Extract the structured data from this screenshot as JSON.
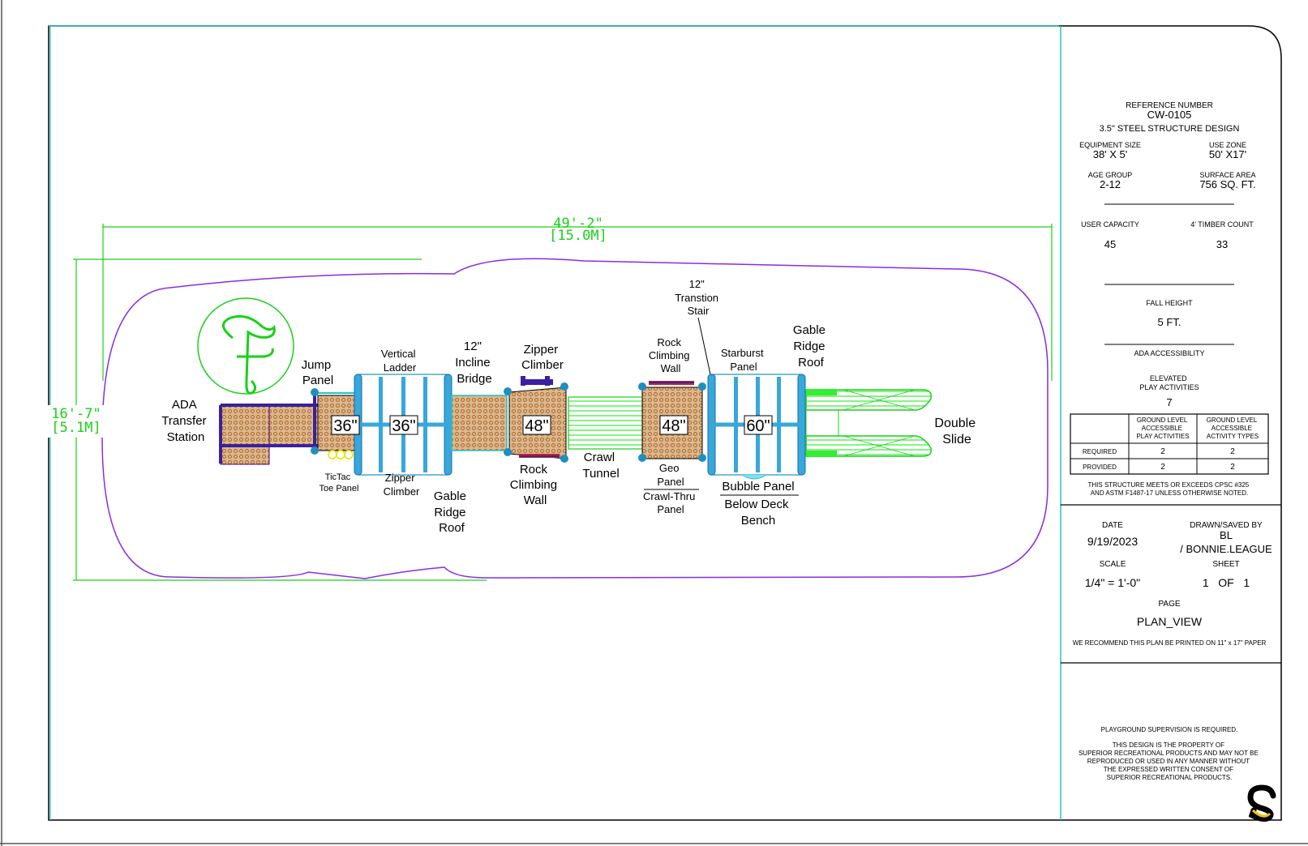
{
  "drawing": {
    "overall_length": "49'-2\"",
    "overall_length_metric": "[15.0M]",
    "overall_width": "16'-7\"",
    "overall_width_metric": "[5.1M]",
    "deck_heights": [
      "36\"",
      "36\"",
      "48\"",
      "48\"",
      "60\""
    ],
    "labels": {
      "ada_transfer": [
        "ADA",
        "Transfer",
        "Station"
      ],
      "jump_panel": [
        "Jump",
        "Panel"
      ],
      "tictac": [
        "TicTac",
        "Toe Panel"
      ],
      "vertical_ladder": [
        "Vertical",
        "Ladder"
      ],
      "zipper_climber_low": [
        "Zipper",
        "Climber"
      ],
      "incline_bridge": [
        "12\"",
        "Incline",
        "Bridge"
      ],
      "gable_roof_1": [
        "Gable",
        "Ridge",
        "Roof"
      ],
      "zipper_climber_top": [
        "Zipper",
        "Climber"
      ],
      "rock_wall_low": [
        "Rock",
        "Climbing",
        "Wall"
      ],
      "crawl_tunnel": [
        "Crawl",
        "Tunnel"
      ],
      "rock_wall_top": [
        "Rock",
        "Climbing",
        "Wall"
      ],
      "transition_stair": [
        "12\"",
        "Transtion",
        "Stair"
      ],
      "geo_panel": [
        "Geo",
        "Panel"
      ],
      "crawl_thru": [
        "Crawl-Thru",
        "Panel"
      ],
      "starburst": [
        "Starburst",
        "Panel"
      ],
      "bubble_panel": "Bubble Panel",
      "below_deck": [
        "Below Deck",
        "Bench"
      ],
      "gable_roof_2": [
        "Gable",
        "Ridge",
        "Roof"
      ],
      "double_slide": [
        "Double",
        "Slide"
      ]
    }
  },
  "titleblock": {
    "ref_label": "REFERENCE NUMBER",
    "ref_value": "CW-0105",
    "design": "3.5\" STEEL STRUCTURE DESIGN",
    "equip_size_label": "EQUIPMENT SIZE",
    "equip_size_value": "38' X 5'",
    "use_zone_label": "USE ZONE",
    "use_zone_value": "50' X17'",
    "age_label": "AGE GROUP",
    "age_value": "2-12",
    "surface_label": "SURFACE AREA",
    "surface_value": "756 SQ. FT.",
    "capacity_label": "USER CAPACITY",
    "capacity_value": "45",
    "timber_label": "4' TIMBER COUNT",
    "timber_value": "33",
    "fall_label": "FALL HEIGHT",
    "fall_value": "5 FT.",
    "ada_label": "ADA ACCESSIBILITY",
    "elevated_label": [
      "ELEVATED",
      "PLAY ACTIVITIES"
    ],
    "elevated_value": "7",
    "table": {
      "col1": [
        "GROUND LEVEL",
        "ACCESSIBLE",
        "PLAY ACTIVITIES"
      ],
      "col2": [
        "GROUND LEVEL",
        "ACCESSIBLE",
        "ACTIVITY TYPES"
      ],
      "rows": [
        {
          "label": "REQUIRED",
          "a": "2",
          "b": "2"
        },
        {
          "label": "PROVIDED",
          "a": "2",
          "b": "2"
        }
      ]
    },
    "meets": [
      "THIS STRUCTURE MEETS OR EXCEEDS CPSC #325",
      "AND ASTM F1487-17 UNLESS OTHERWISE NOTED."
    ],
    "date_label": "DATE",
    "date_value": "9/19/2023",
    "drawn_label": "DRAWN/SAVED BY",
    "drawn_value_1": "BL",
    "drawn_value_2": "/ BONNIE.LEAGUE",
    "scale_label": "SCALE",
    "scale_value": "1/4\" = 1'-0\"",
    "sheet_label": "SHEET",
    "sheet_value": "1   OF   1",
    "page_label": "PAGE",
    "page_value": "PLAN_VIEW",
    "recommend": "WE RECOMMEND THIS PLAN BE PRINTED ON 11\" x 17\" PAPER",
    "supervision": "PLAYGROUND SUPERVISION IS REQUIRED.",
    "property": [
      "THIS DESIGN IS THE PROPERTY OF",
      "SUPERIOR RECREATIONAL PRODUCTS AND MAY NOT BE",
      "REPRODUCED OR USED IN ANY MANNER WITHOUT",
      "THE EXPRESSED WRITTEN CONSENT OF",
      "SUPERIOR RECREATIONAL PRODUCTS."
    ]
  }
}
